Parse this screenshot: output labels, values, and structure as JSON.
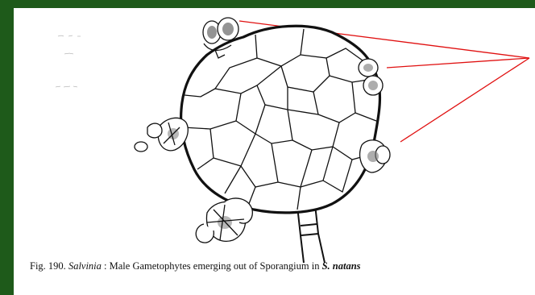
{
  "caption": {
    "prefix": "Fig. 190.",
    "genus": "Salvinia",
    "middle": ": Male Gametophytes emerging out of Sporangium in",
    "species": "S. natans"
  },
  "colors": {
    "border": "#1e5a1a",
    "background": "#ffffff",
    "drawing": "#111111",
    "pointer_lines": "#e01010"
  },
  "pointer_lines": {
    "count": 3,
    "target": "male gametophytes"
  }
}
